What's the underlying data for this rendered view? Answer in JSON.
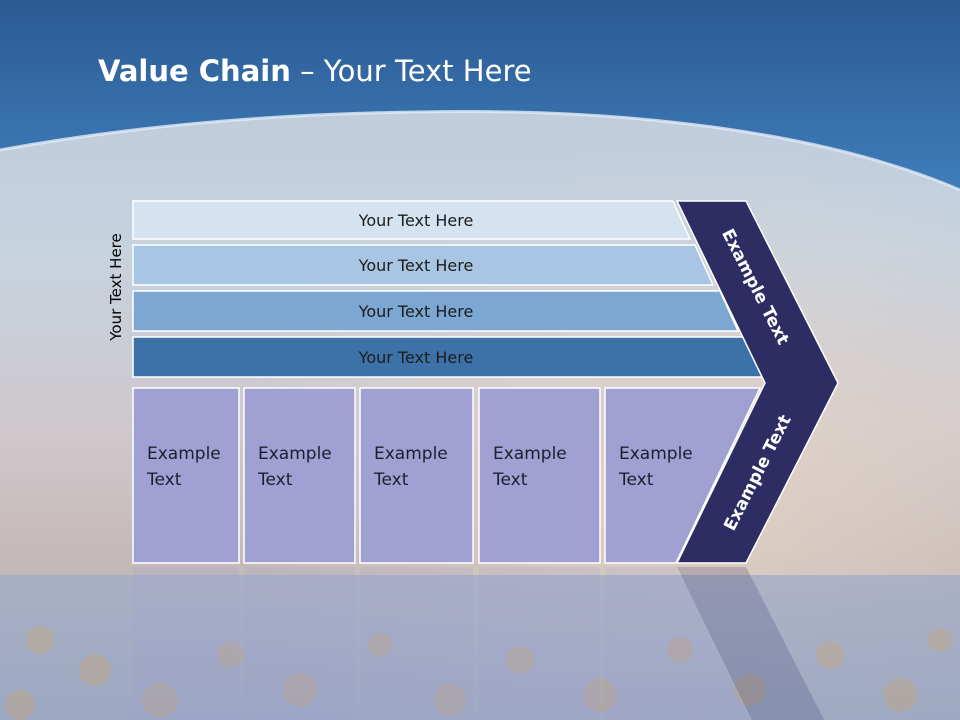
{
  "title": {
    "bold": "Value Chain",
    "rest": " – Your Text Here"
  },
  "side_label": "Your Text Here",
  "rows": [
    {
      "label": "Your Text Here",
      "color": "#d5e3f1"
    },
    {
      "label": "Your Text Here",
      "color": "#a8c6e3"
    },
    {
      "label": "Your Text Here",
      "color": "#7ba7d2"
    },
    {
      "label": "Your Text Here",
      "color": "#3d72a8"
    }
  ],
  "columns": [
    {
      "line1": "Example",
      "line2": "Text"
    },
    {
      "line1": "Example",
      "line2": "Text"
    },
    {
      "line1": "Example",
      "line2": "Text"
    },
    {
      "line1": "Example",
      "line2": "Text"
    },
    {
      "line1": "Example",
      "line2": "Text"
    }
  ],
  "chevron": {
    "upper_label": "Example Text",
    "lower_label": "Example Text",
    "color": "#2d2c63"
  },
  "colors": {
    "column_fill": "#a0a0d2",
    "sky_top": "#2d5f98",
    "sky_band": "#3b78b6"
  }
}
